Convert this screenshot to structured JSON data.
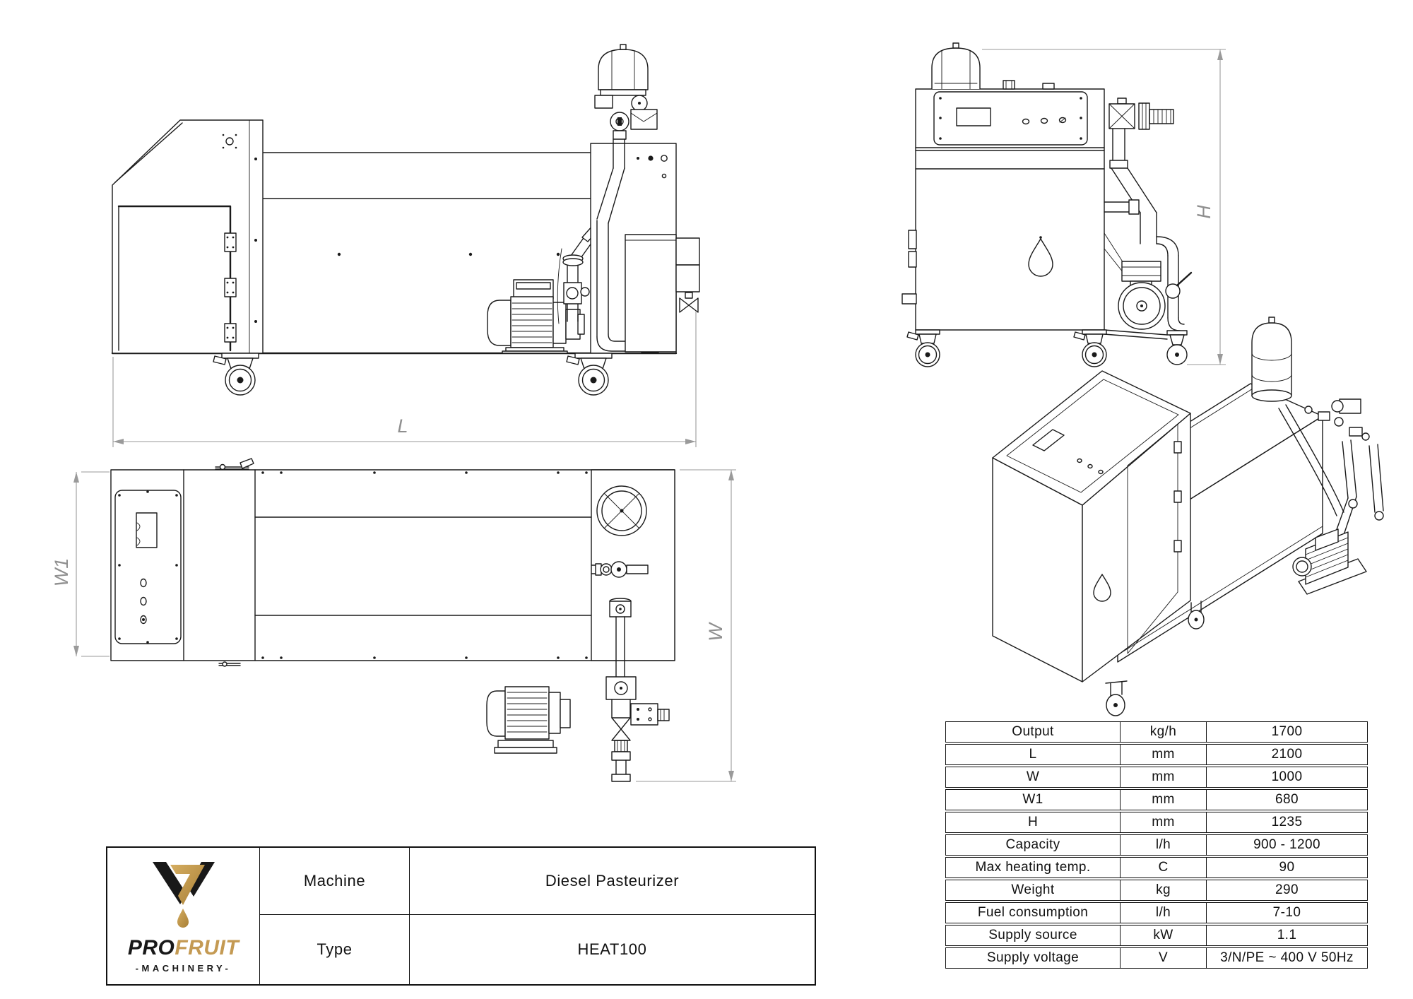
{
  "dimensions": {
    "length": "L",
    "width1": "W1",
    "width": "W",
    "height": "H"
  },
  "specs": {
    "rows": [
      {
        "param": "Output",
        "unit": "kg/h",
        "value": "1700"
      },
      {
        "param": "L",
        "unit": "mm",
        "value": "2100"
      },
      {
        "param": "W",
        "unit": "mm",
        "value": "1000"
      },
      {
        "param": "W1",
        "unit": "mm",
        "value": "680"
      },
      {
        "param": "H",
        "unit": "mm",
        "value": "1235"
      },
      {
        "param": "Capacity",
        "unit": "l/h",
        "value": "900 - 1200"
      },
      {
        "param": "Max heating temp.",
        "unit": "C",
        "value": "90"
      },
      {
        "param": "Weight",
        "unit": "kg",
        "value": "290"
      },
      {
        "param": "Fuel consumption",
        "unit": "l/h",
        "value": "7-10"
      },
      {
        "param": "Supply source",
        "unit": "kW",
        "value": "1.1"
      },
      {
        "param": "Supply voltage",
        "unit": "V",
        "value": "3/N/PE ~ 400 V 50Hz"
      }
    ]
  },
  "title_block": {
    "machine_label": "Machine",
    "machine_value": "Diesel Pasteurizer",
    "type_label": "Type",
    "type_value": "HEAT100"
  },
  "logo": {
    "brand_bold": "PRO",
    "brand_accent": "FRUIT",
    "tagline": "-MACHINERY-"
  },
  "colors": {
    "line": "#1a1a1a",
    "dimension": "#9a9a9a",
    "gold": "#c49a53"
  }
}
